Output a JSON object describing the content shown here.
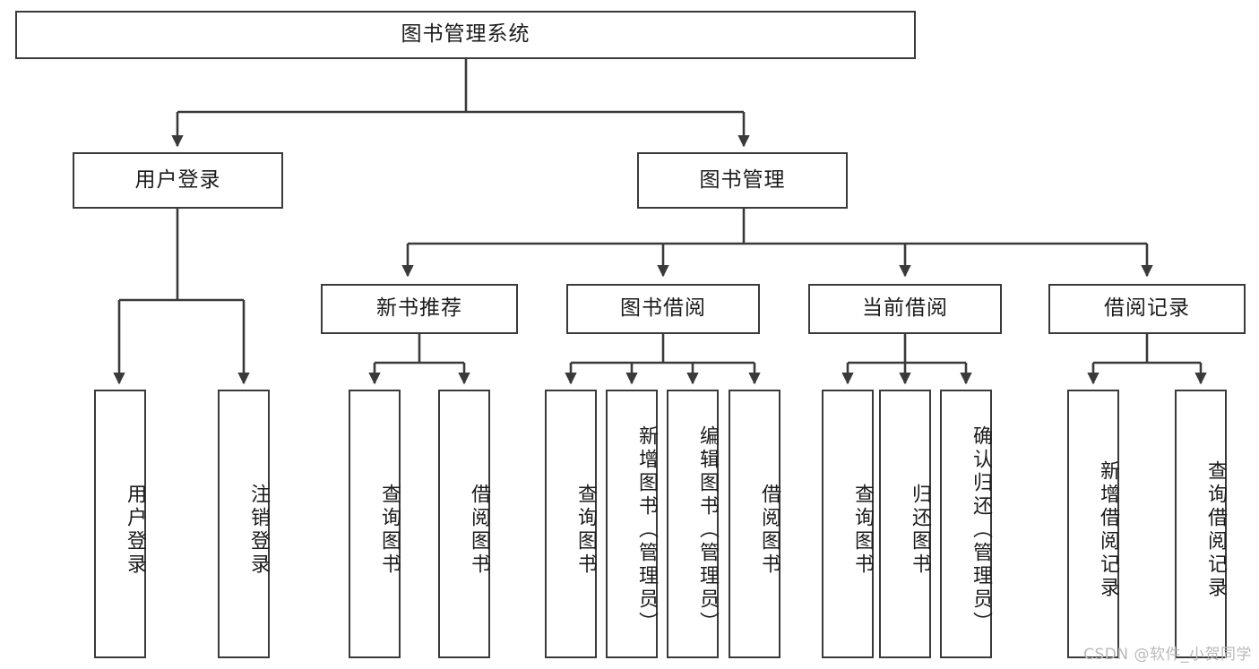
{
  "diagram": {
    "title": "图书管理系统",
    "watermark": "CSDN @软件_小贺同学",
    "colors": {
      "box_border": "#3a3a3a",
      "box_fill": "#ffffff",
      "edge": "#3a3a3a",
      "text": "#1b1b1b",
      "watermark": "#b9b9b9"
    },
    "nodes": {
      "root": {
        "label": "图书管理系统"
      },
      "level2": [
        {
          "id": "user-login",
          "label": "用户登录"
        },
        {
          "id": "book-management",
          "label": "图书管理"
        }
      ],
      "level3": [
        {
          "id": "new-book-recommend",
          "label": "新书推荐"
        },
        {
          "id": "book-borrow",
          "label": "图书借阅"
        },
        {
          "id": "current-borrow",
          "label": "当前借阅"
        },
        {
          "id": "borrow-record",
          "label": "借阅记录"
        }
      ],
      "leaves": {
        "user_login": [
          {
            "id": "leaf-user-login",
            "label": "用户登录"
          },
          {
            "id": "leaf-logout-login",
            "label": "注销登录"
          }
        ],
        "new_book_recommend": [
          {
            "id": "leaf-query-book-1",
            "label": "查询图书"
          },
          {
            "id": "leaf-borrow-book-1",
            "label": "借阅图书"
          }
        ],
        "book_borrow": [
          {
            "id": "leaf-query-book-2",
            "label": "查询图书"
          },
          {
            "id": "leaf-add-book",
            "label": "新增图书（管理员）"
          },
          {
            "id": "leaf-edit-book",
            "label": "编辑图书（管理员）"
          },
          {
            "id": "leaf-borrow-book-2",
            "label": "借阅图书"
          }
        ],
        "current_borrow": [
          {
            "id": "leaf-query-book-3",
            "label": "查询图书"
          },
          {
            "id": "leaf-return-book",
            "label": "归还图书"
          },
          {
            "id": "leaf-confirm-return",
            "label": "确认归还（管理员）"
          }
        ],
        "borrow_record": [
          {
            "id": "leaf-add-record",
            "label": "新增借阅记录"
          },
          {
            "id": "leaf-query-record",
            "label": "查询借阅记录"
          }
        ]
      }
    }
  }
}
